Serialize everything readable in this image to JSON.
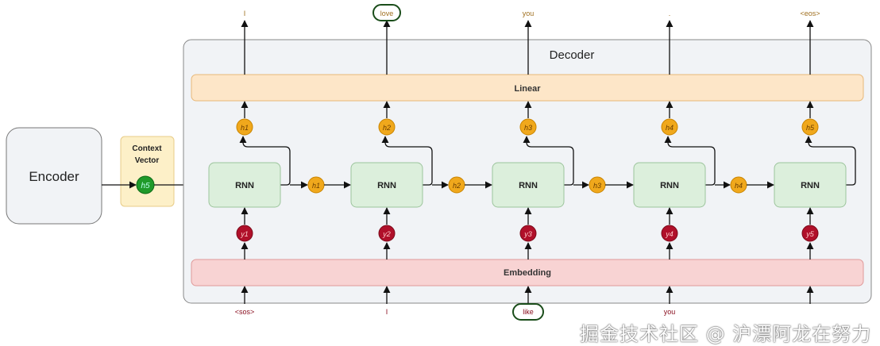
{
  "encoder": {
    "label": "Encoder"
  },
  "context": {
    "label_line1": "Context",
    "label_line2": "Vector",
    "node": "h5"
  },
  "decoder": {
    "label": "Decoder"
  },
  "linear": {
    "label": "Linear"
  },
  "embedding": {
    "label": "Embedding"
  },
  "rnn_label": "RNN",
  "outputs": [
    "I",
    "love",
    "you",
    ".",
    "<eos>"
  ],
  "inputs": [
    "<sos>",
    "I",
    "like",
    "you"
  ],
  "hidden_up": [
    "h1",
    "h2",
    "h3",
    "h4",
    "h5"
  ],
  "hidden_side": [
    "h1",
    "h2",
    "h3",
    "h4"
  ],
  "embeds": [
    "y1",
    "y2",
    "y3",
    "y4",
    "y5"
  ],
  "highlighted_output": "love",
  "highlighted_input": "like",
  "watermark": "掘金技术社区 @ 沪漂阿龙在努力",
  "colors": {
    "rnn": "#dcefdc",
    "linear": "#fde6c8",
    "embedding": "#f8d3d3",
    "hidden": "#f0a81c",
    "embed_node": "#b0102a",
    "context_node": "#1f9a2a"
  }
}
